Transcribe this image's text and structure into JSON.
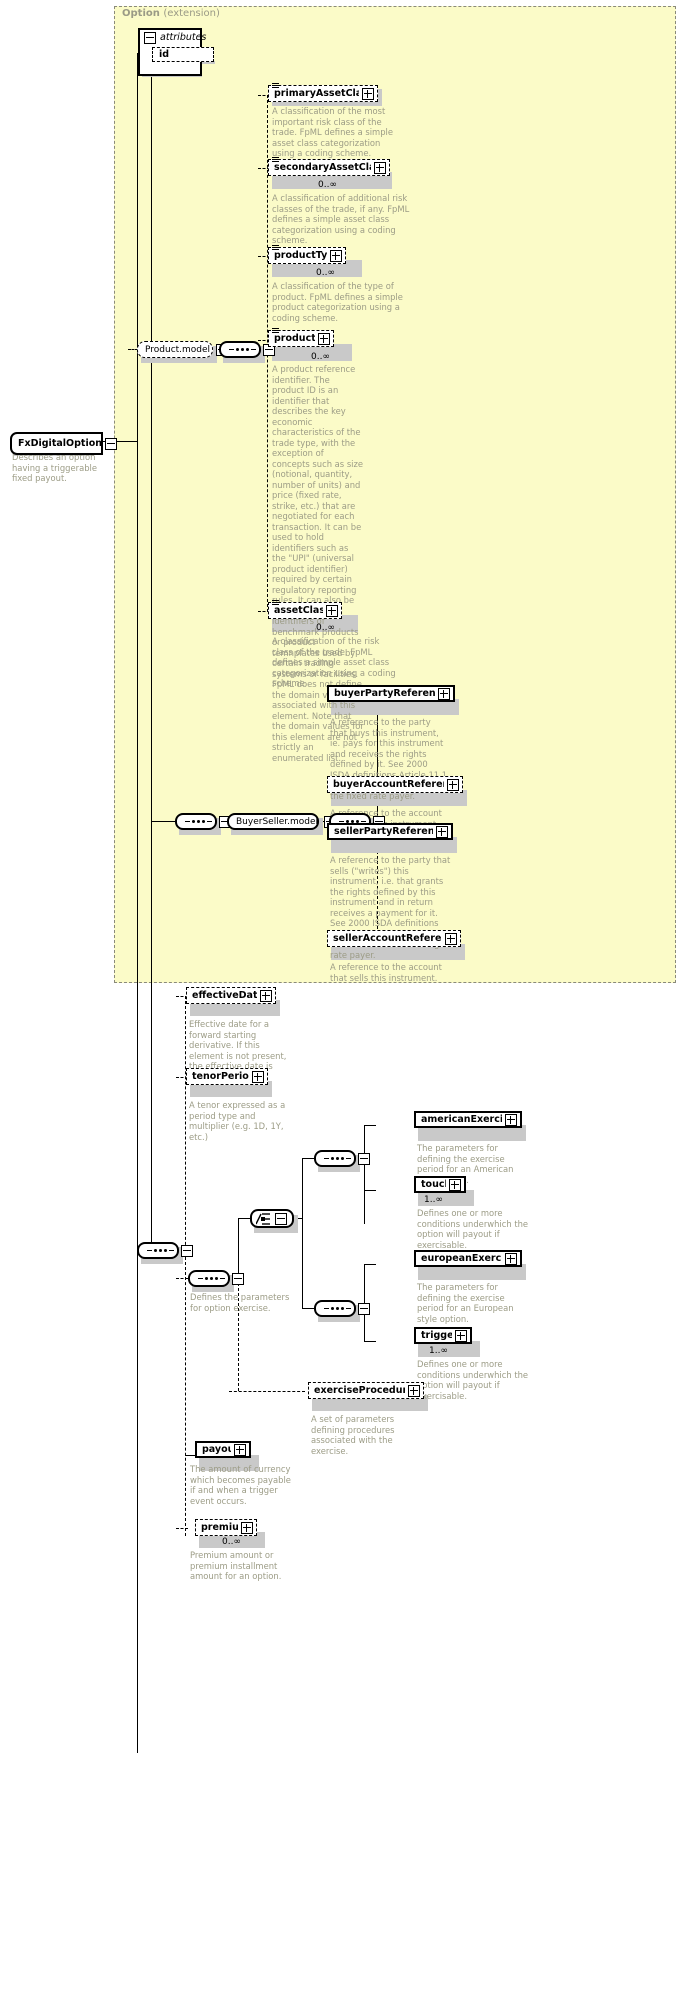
{
  "diagram": {
    "type": "xsd-schema-diagram",
    "group": {
      "name": "Option",
      "qualifier": "(extension)"
    },
    "root": {
      "name": "FxDigitalOption",
      "doc": "Describes an option having a triggerable fixed payout.",
      "expander": "minus"
    },
    "attributes": {
      "header": "attributes",
      "expander": "minus",
      "items": [
        {
          "name": "id"
        }
      ]
    },
    "models": {
      "product_model": {
        "name": "Product.model",
        "expander": "minus"
      },
      "buyer_seller_model": {
        "name": "BuyerSeller.model",
        "expander": "minus"
      }
    },
    "elements": {
      "primaryAssetClass": {
        "name": "primaryAssetClass",
        "optional": true,
        "expander": "plus",
        "cardinality": "",
        "doc": "A classification of the most important risk class of the trade. FpML defines a simple asset class categorization using a coding scheme."
      },
      "secondaryAssetClass": {
        "name": "secondaryAssetClass",
        "optional": true,
        "expander": "plus",
        "cardinality": "0..∞",
        "doc": "A classification of additional risk classes of the trade, if any. FpML defines a simple asset class categorization using a coding scheme."
      },
      "productType": {
        "name": "productType",
        "optional": true,
        "expander": "plus",
        "cardinality": "0..∞",
        "doc": "A classification of the type of product. FpML defines a simple product categorization using a coding scheme."
      },
      "productId": {
        "name": "productId",
        "optional": true,
        "expander": "plus",
        "cardinality": "0..∞",
        "doc": "A product reference identifier. The product ID is an identifier that describes the key economic characteristics of the trade type, with the exception of concepts such as size (notional, quantity, number of units) and price (fixed rate, strike, etc.) that are negotiated for each transaction. It can be used to hold identifiers such as the \"UPI\" (universal product identifier) required by certain regulatory reporting rules. It can also be used to hold identifiers of benchmark products or product temnplates used by certain trading systems or facilities. FpML does not define the domain values associated with this element. Note that the domain values for this element are not strictly an enumerated list."
      },
      "assetClass": {
        "name": "assetClass",
        "optional": true,
        "expander": "plus",
        "cardinality": "0..∞",
        "doc": "A classification of the risk class of the trade. FpML defines a simple asset class categorization using a coding scheme."
      },
      "buyerPartyReference": {
        "name": "buyerPartyReference",
        "optional": false,
        "expander": "plus",
        "cardinality": "",
        "doc": "A reference to the party that buys this instrument, ie. pays for this instrument and receives the rights defined by it. See 2000 ISDA definitions Article 11.1 (b). In the case of FRAs this the fixed rate payer."
      },
      "buyerAccountReference": {
        "name": "buyerAccountReference",
        "optional": true,
        "expander": "plus",
        "cardinality": "",
        "doc": "A reference to the account that buys this instrument."
      },
      "sellerPartyReference": {
        "name": "sellerPartyReference",
        "optional": false,
        "expander": "plus",
        "cardinality": "",
        "doc": "A reference to the party that sells (\"writes\") this instrument, i.e. that grants the rights defined by this instrument and in return receives a payment for it. See 2000 ISDA definitions Article 11.1 (a). In the case of FRAs this is the floating rate payer."
      },
      "sellerAccountReference": {
        "name": "sellerAccountReference",
        "optional": true,
        "expander": "plus",
        "cardinality": "",
        "doc": "A reference to the account that sells this instrument."
      },
      "effectiveDate": {
        "name": "effectiveDate",
        "optional": true,
        "expander": "plus",
        "cardinality": "",
        "doc": "Effective date for a forward starting derivative. If this element is not present, the effective date is the trade date."
      },
      "tenorPeriod": {
        "name": "tenorPeriod",
        "optional": true,
        "expander": "plus",
        "cardinality": "",
        "doc": "A tenor expressed as a period type and multiplier (e.g. 1D, 1Y, etc.)"
      },
      "americanExercise": {
        "name": "americanExercise",
        "optional": false,
        "expander": "plus",
        "cardinality": "",
        "doc": "The parameters for defining the exercise period for an American style option."
      },
      "touch": {
        "name": "touch",
        "optional": false,
        "expander": "plus",
        "cardinality": "1..∞",
        "doc": "Defines one or more conditions underwhich the option will payout if exercisable."
      },
      "europeanExercise": {
        "name": "europeanExercise",
        "optional": false,
        "expander": "plus",
        "cardinality": "",
        "doc": "The parameters for defining the exercise period for an European style option."
      },
      "trigger": {
        "name": "trigger",
        "optional": false,
        "expander": "plus",
        "cardinality": "1..∞",
        "doc": "Defines one or more conditions underwhich the option will payout if exercisable."
      },
      "exerciseProcedure": {
        "name": "exerciseProcedure",
        "optional": true,
        "expander": "plus",
        "cardinality": "",
        "doc": "A set of parameters defining procedures associated with the exercise."
      },
      "payout": {
        "name": "payout",
        "optional": false,
        "expander": "plus",
        "cardinality": "",
        "doc": "The amount of currency which becomes payable if and when a trigger event occurs."
      },
      "premium": {
        "name": "premium",
        "optional": true,
        "expander": "plus",
        "cardinality": "0..∞",
        "doc": "Premium amount or premium installment amount for an option."
      }
    },
    "compositors": {
      "exercise_sequence_doc": "Defines the parameters for option exercise."
    },
    "colors": {
      "group_fill": "#fbfbc8",
      "group_border": "#8a8a7a",
      "doc_text": "#9c9c86",
      "shadow": "#c9c9c9",
      "line": "#000000"
    }
  }
}
